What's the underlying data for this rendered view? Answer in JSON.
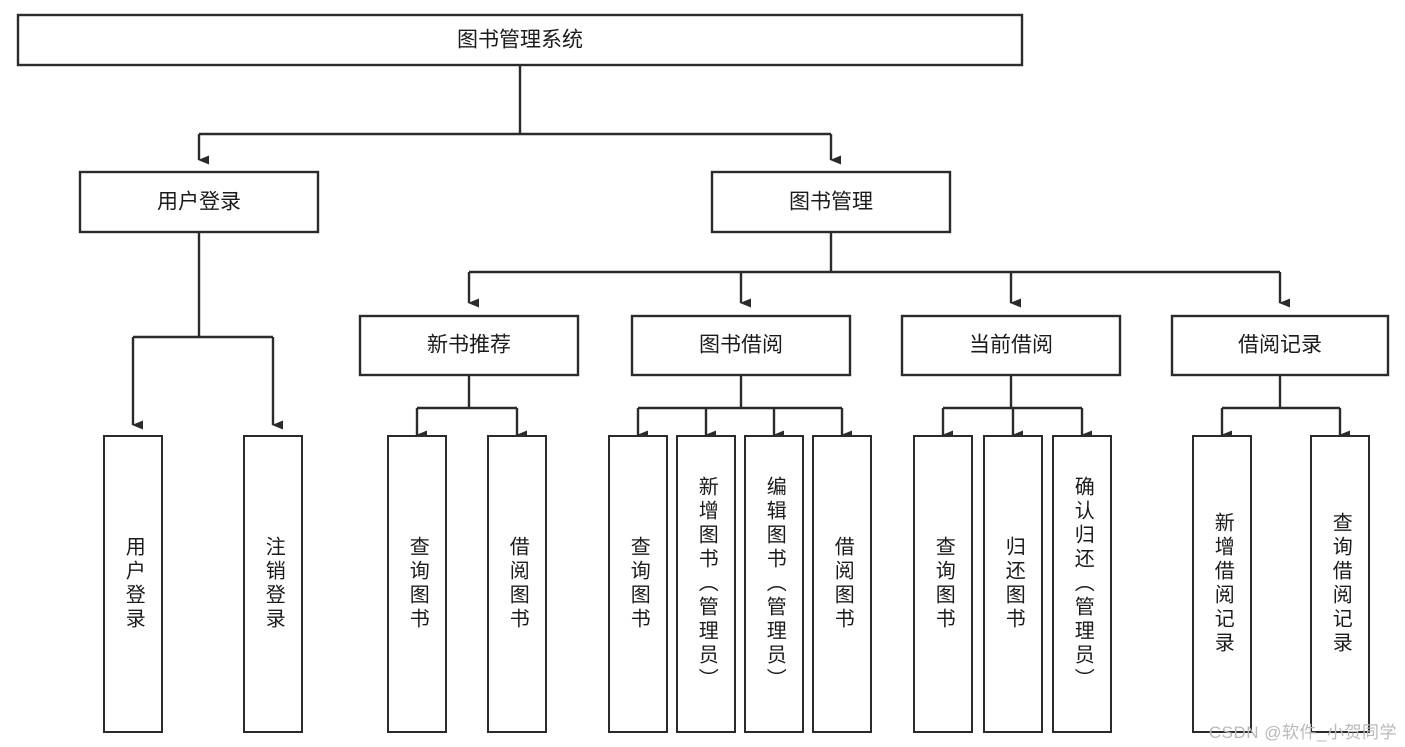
{
  "diagram": {
    "type": "tree-hierarchy-chart",
    "title": "图书管理系统",
    "colors": {
      "stroke": "#2b2b2b",
      "fill": "#ffffff",
      "text": "#1b1b1b",
      "watermark": "#b9b9b9",
      "background": "#ffffff"
    },
    "root": {
      "label": "图书管理系统"
    },
    "level2": [
      {
        "label": "用户登录"
      },
      {
        "label": "图书管理"
      }
    ],
    "level3": [
      {
        "label": "新书推荐"
      },
      {
        "label": "图书借阅"
      },
      {
        "label": "当前借阅"
      },
      {
        "label": "借阅记录"
      }
    ],
    "leaves": {
      "user_login": [
        {
          "label": "用户登录"
        },
        {
          "label": "注销登录"
        }
      ],
      "new_book_recommend": [
        {
          "label": "查询图书"
        },
        {
          "label": "借阅图书"
        }
      ],
      "book_borrow": [
        {
          "label": "查询图书"
        },
        {
          "label": "新增图书（管理员）"
        },
        {
          "label": "编辑图书（管理员）"
        },
        {
          "label": "借阅图书"
        }
      ],
      "current_borrow": [
        {
          "label": "查询图书"
        },
        {
          "label": "归还图书"
        },
        {
          "label": "确认归还（管理员）"
        }
      ],
      "borrow_record": [
        {
          "label": "新增借阅记录"
        },
        {
          "label": "查询借阅记录"
        }
      ]
    },
    "watermark": "CSDN @软件_小贺同学"
  }
}
